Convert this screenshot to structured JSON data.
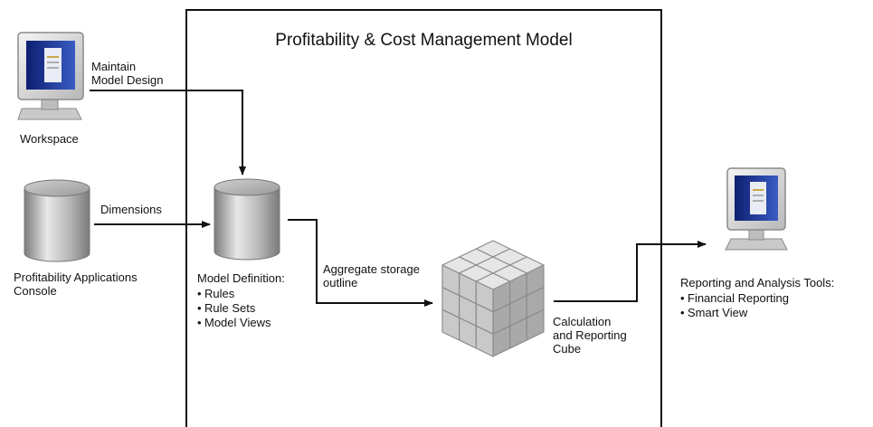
{
  "title": "Profitability & Cost Management Model",
  "labels": {
    "maintain": "Maintain\nModel Design",
    "workspace": "Workspace",
    "dimensions": "Dimensions",
    "console": "Profitability Applications\nConsole",
    "model_definition": {
      "heading": "Model Definition:",
      "items": [
        "Rules",
        "Rule Sets",
        "Model Views"
      ]
    },
    "aggregate": "Aggregate storage\noutline",
    "cube": "Calculation\nand Reporting\nCube",
    "reporting": {
      "heading": "Reporting and Analysis Tools:",
      "items": [
        "Financial Reporting",
        "Smart View"
      ]
    }
  },
  "icons": {
    "workspace": "monitor-icon",
    "console": "database-icon",
    "model_definition": "database-icon",
    "cube": "cube-icon",
    "reporting": "monitor-icon"
  },
  "colors": {
    "line": "#111111",
    "screen": "#1a2f8a",
    "monitor_frame": "#d8d8d8",
    "cylinder": "#bdbdbd",
    "cube": "#c4c4c4"
  }
}
